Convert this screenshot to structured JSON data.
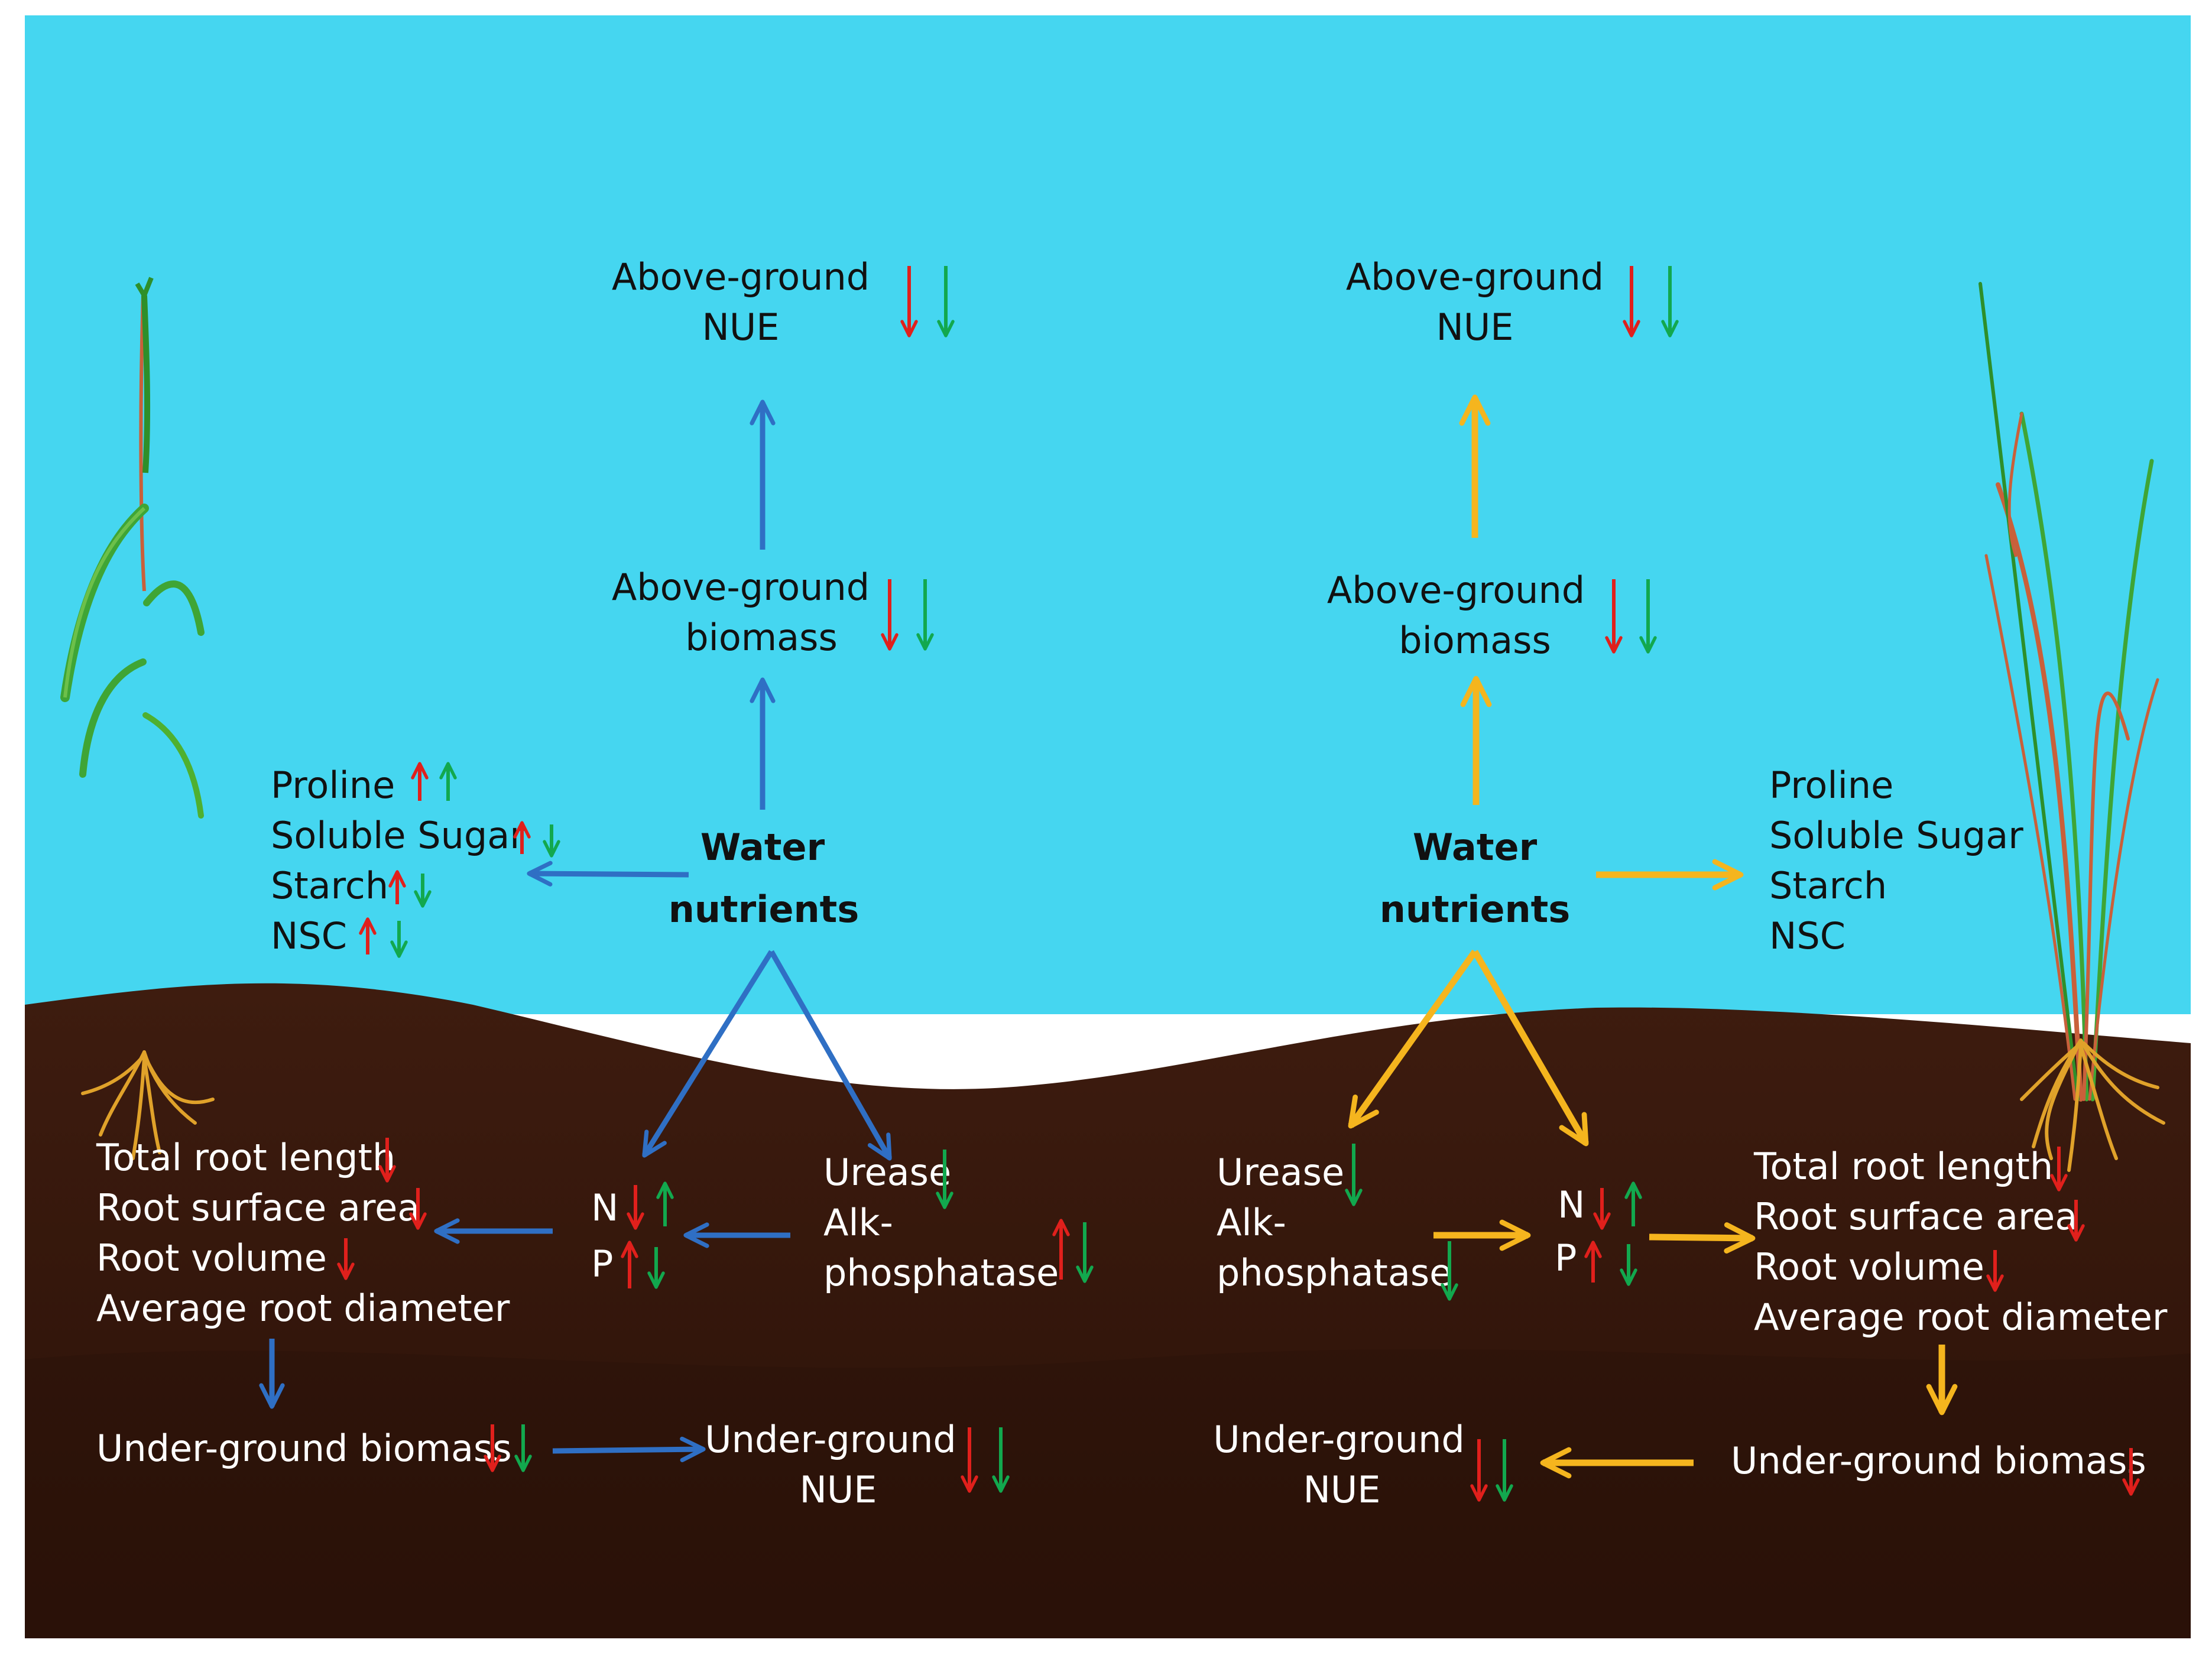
{
  "colors": {
    "sky": "#45D6F0",
    "soil": "#3B1A0E",
    "soil_dark": "#2A1108",
    "blue_arrow": "#2F6FC4",
    "yellow_arrow": "#F5B51E",
    "up_red": "#E0201C",
    "down_green": "#12A84E",
    "text_sky": "#111111",
    "text_soil": "#FFFFFF"
  },
  "left": {
    "above_nue": [
      "Above-ground",
      "NUE"
    ],
    "above_biomass": [
      "Above-ground",
      "biomass"
    ],
    "water": "Water",
    "nutrients": "nutrients",
    "osmo": [
      "Proline",
      "Soluble Sugar",
      "Starch",
      "NSC"
    ],
    "roots": [
      "Total root length",
      "Root surface area",
      "Root volume",
      "Average root diameter"
    ],
    "n_label": "N",
    "p_label": "P",
    "urease": "Urease",
    "alk": [
      "Alk-",
      "phosphatase"
    ],
    "under_biomass": "Under-ground biomass",
    "under_nue": [
      "Under-ground",
      "NUE"
    ]
  },
  "right": {
    "above_nue": [
      "Above-ground",
      "NUE"
    ],
    "above_biomass": [
      "Above-ground",
      "biomass"
    ],
    "water": "Water",
    "nutrients": "nutrients",
    "osmo": [
      "Proline",
      "Soluble Sugar",
      "Starch",
      "NSC"
    ],
    "roots": [
      "Total root length",
      "Root surface area",
      "Root volume",
      "Average root diameter"
    ],
    "n_label": "N",
    "p_label": "P",
    "urease": "Urease",
    "alk": [
      "Alk-",
      "phosphatase"
    ],
    "under_biomass": "Under-ground biomass",
    "under_nue": [
      "Under-ground",
      "NUE"
    ]
  }
}
